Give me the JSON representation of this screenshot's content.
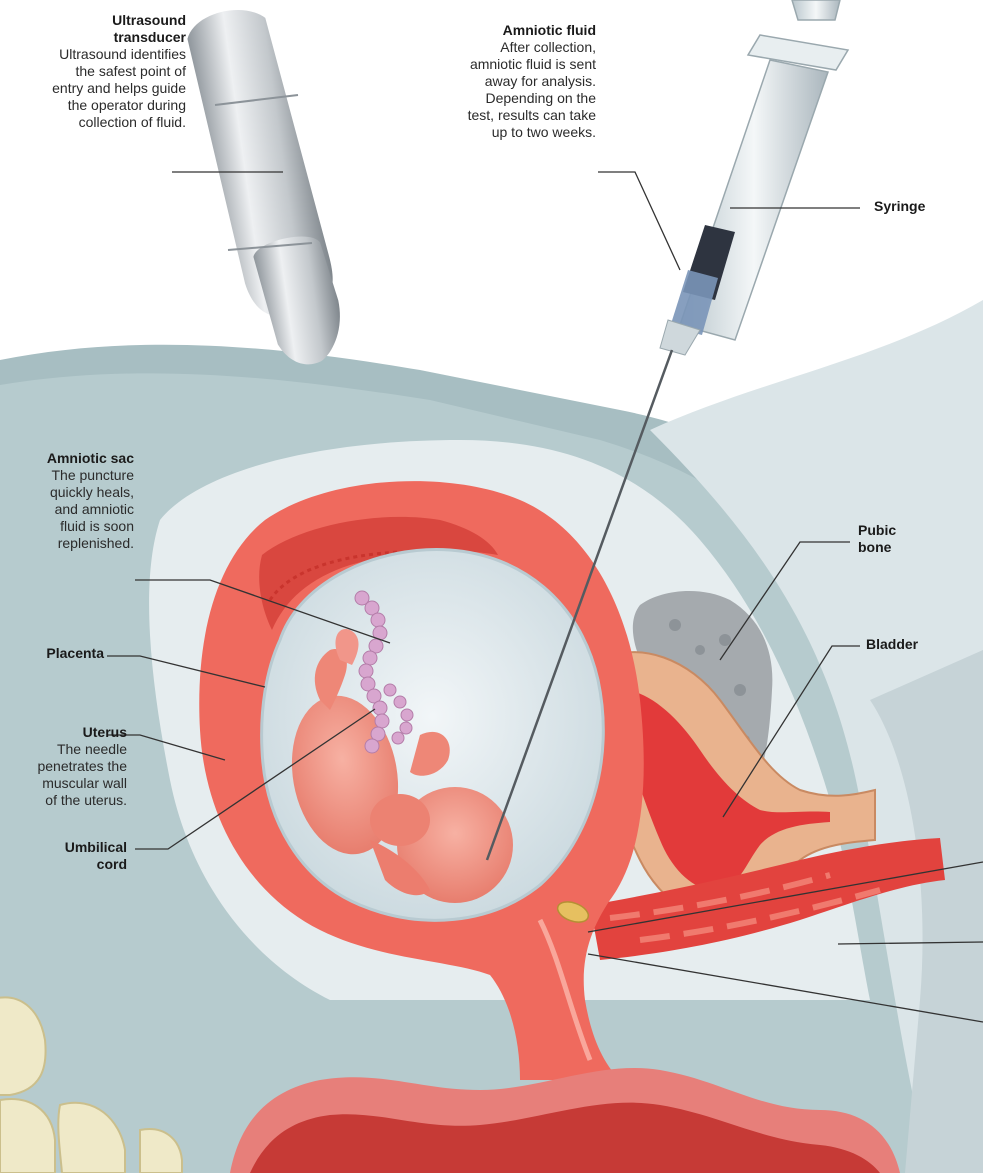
{
  "labels": {
    "ultrasound": {
      "title_1": "Ultrasound",
      "title_2": "transducer",
      "desc": [
        "Ultrasound identifies",
        "the safest point of",
        "entry and helps guide",
        "the operator during",
        "collection of fluid."
      ]
    },
    "amniotic_fluid": {
      "title": "Amniotic fluid",
      "desc": [
        "After collection,",
        "amniotic fluid is sent",
        "away for analysis.",
        "Depending on the",
        "test, results can take",
        "up to two weeks."
      ]
    },
    "syringe": {
      "title": "Syringe"
    },
    "amniotic_sac": {
      "title": "Amniotic sac",
      "desc": [
        "The puncture",
        "quickly heals,",
        "and amniotic",
        "fluid is soon",
        "replenished."
      ]
    },
    "placenta": {
      "title": "Placenta"
    },
    "uterus": {
      "title": "Uterus",
      "desc": [
        "The needle",
        "penetrates the",
        "muscular wall",
        "of the uterus."
      ]
    },
    "umbilical_cord": {
      "title_1": "Umbilical",
      "title_2": "cord"
    },
    "pubic_bone": {
      "title_1": "Pubic",
      "title_2": "bone"
    },
    "bladder": {
      "title": "Bladder"
    }
  },
  "colors": {
    "body_tissue": "#a7bec2",
    "uterus_wall": "#ef6a5e",
    "placenta": "#d9473f",
    "amniotic_fluid": "#d7e5ea",
    "bone": "#a5aaae",
    "bladder_outer": "#e9b38e",
    "bladder_inner": "#e23a3a",
    "fetus": "#f08a7e",
    "cord": "#d8a6cf",
    "transducer": "#c9cdd1",
    "leader_line": "#333333"
  }
}
